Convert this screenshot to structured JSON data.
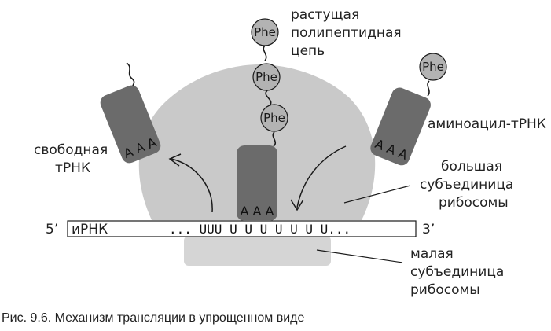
{
  "labels": {
    "growing_chain": [
      "растущая",
      "полипептидная",
      "цепь"
    ],
    "free_trna": [
      "свободная",
      "тРНК"
    ],
    "aminoacyl_trna": "аминоацил-тРНК",
    "large_subunit": [
      "большая",
      "субъединица",
      "рибосомы"
    ],
    "small_subunit": [
      "малая",
      "субъединица",
      "рибосомы"
    ],
    "five_prime": "5’",
    "three_prime": "3’",
    "mrna_label": "иРНК",
    "mrna_sequence": "... UUU U U U U U U U...",
    "amino_acid": "Phe",
    "anticodon_free": "A A A",
    "anticodon_bound": "A A A",
    "anticodon_incoming": "A A A"
  },
  "caption": "Рис. 9.6. Механизм трансляции в упрощенном виде",
  "colors": {
    "large_subunit": "#c9c9c9",
    "small_subunit": "#d5d5d5",
    "trna": "#6b6b6b",
    "amino_acid": "#b3b3b3",
    "line": "#1a1a1a"
  }
}
